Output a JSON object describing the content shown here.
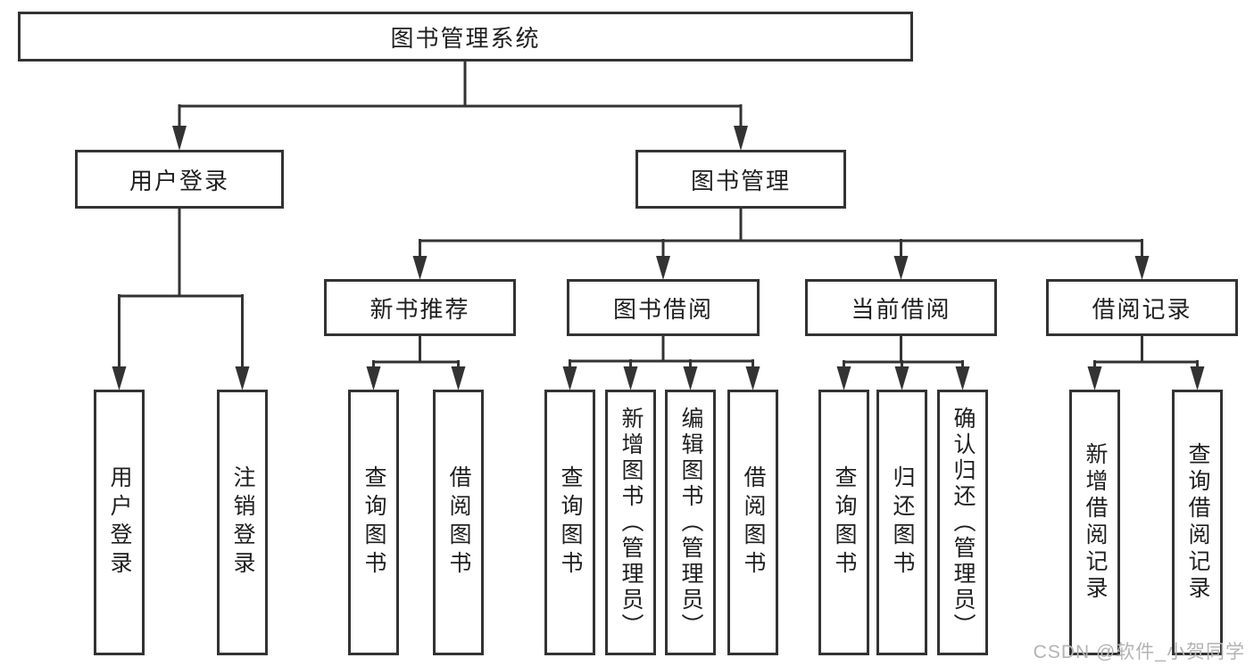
{
  "diagram": {
    "root": {
      "label": "图书管理系统"
    },
    "branches": [
      {
        "label": "用户登录"
      },
      {
        "label": "图书管理"
      }
    ],
    "modules": [
      {
        "label": "新书推荐"
      },
      {
        "label": "图书借阅"
      },
      {
        "label": "当前借阅"
      },
      {
        "label": "借阅记录"
      }
    ],
    "leaves": [
      {
        "label": "用户登录"
      },
      {
        "label": "注销登录"
      },
      {
        "label": "查询图书"
      },
      {
        "label": "借阅图书"
      },
      {
        "label": "查询图书"
      },
      {
        "label": "新增图书（管理员）"
      },
      {
        "label": "编辑图书（管理员）"
      },
      {
        "label": "借阅图书"
      },
      {
        "label": "查询图书"
      },
      {
        "label": "归还图书"
      },
      {
        "label": "确认归还（管理员）"
      },
      {
        "label": "新增借阅记录"
      },
      {
        "label": "查询借阅记录"
      }
    ]
  },
  "watermark": {
    "text": "CSDN @软件_小贺同学"
  },
  "colors": {
    "background": "#ffffff",
    "line": "#333333",
    "text": "#1f1f1f",
    "watermark": "#b3b3b3"
  }
}
